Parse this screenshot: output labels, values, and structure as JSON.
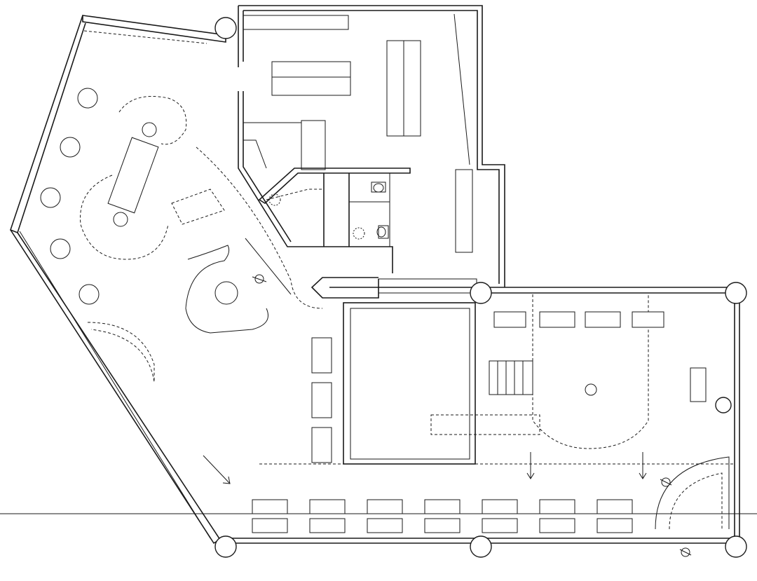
{
  "drawing": {
    "type": "architectural-floor-plan",
    "has_text_labels": false,
    "line_color": "#1a1a1a",
    "background": "#ffffff"
  },
  "counts": {
    "columns": 7,
    "round_tables": 6,
    "terrace_table_pairs": 7,
    "stairs": 2,
    "toilets": 2,
    "arrows": 3
  },
  "icons": [
    "person-icon",
    "column-icon",
    "arrow-icon",
    "stair-icon",
    "toilet-icon"
  ]
}
